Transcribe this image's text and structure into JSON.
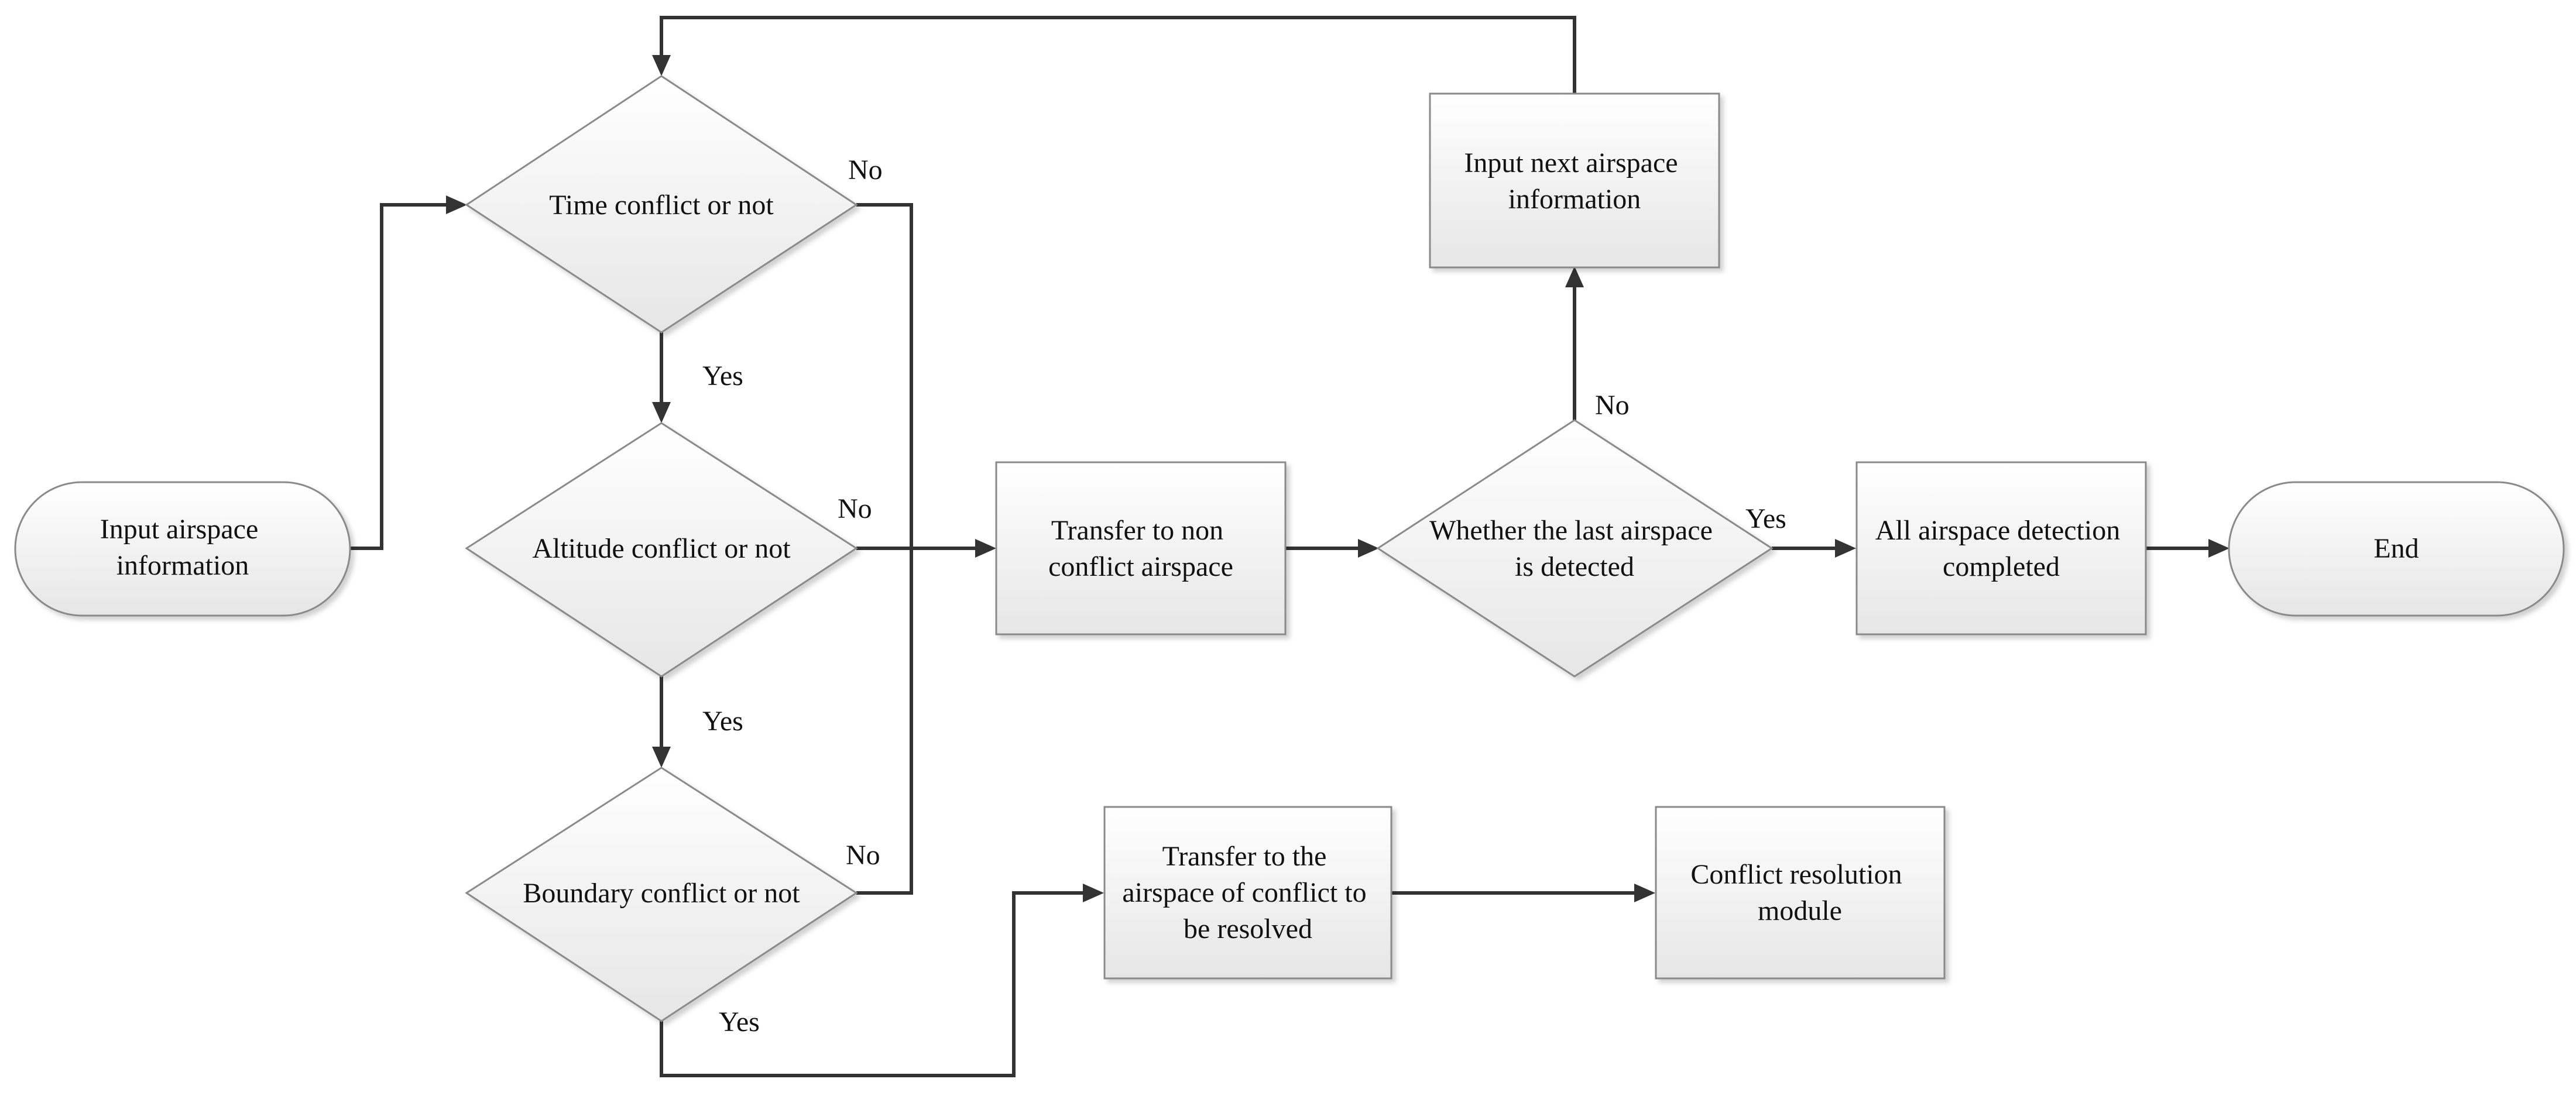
{
  "diagram": {
    "nodes": {
      "input_airspace": {
        "lines": [
          "Input airspace",
          "information"
        ]
      },
      "time_conflict": {
        "lines": [
          "Time conflict or not"
        ]
      },
      "altitude_conflict": {
        "lines": [
          "Altitude conflict or not"
        ]
      },
      "boundary_conflict": {
        "lines": [
          "Boundary conflict or not"
        ]
      },
      "transfer_non_conflict": {
        "lines": [
          "Transfer to non",
          "conflict airspace"
        ]
      },
      "last_airspace": {
        "lines": [
          "Whether the last airspace",
          "is detected"
        ]
      },
      "input_next": {
        "lines": [
          "Input next airspace",
          "information"
        ]
      },
      "all_completed": {
        "lines": [
          "All airspace detection",
          "completed"
        ]
      },
      "end": {
        "lines": [
          "End"
        ]
      },
      "transfer_conflict": {
        "lines": [
          "Transfer to the",
          "airspace of conflict to",
          "be resolved"
        ]
      },
      "conflict_resolution": {
        "lines": [
          "Conflict resolution",
          "module"
        ]
      }
    },
    "edge_labels": {
      "time_no": "No",
      "time_yes": "Yes",
      "altitude_no": "No",
      "altitude_yes": "Yes",
      "boundary_no": "No",
      "boundary_yes": "Yes",
      "last_no": "No",
      "last_yes": "Yes"
    }
  }
}
